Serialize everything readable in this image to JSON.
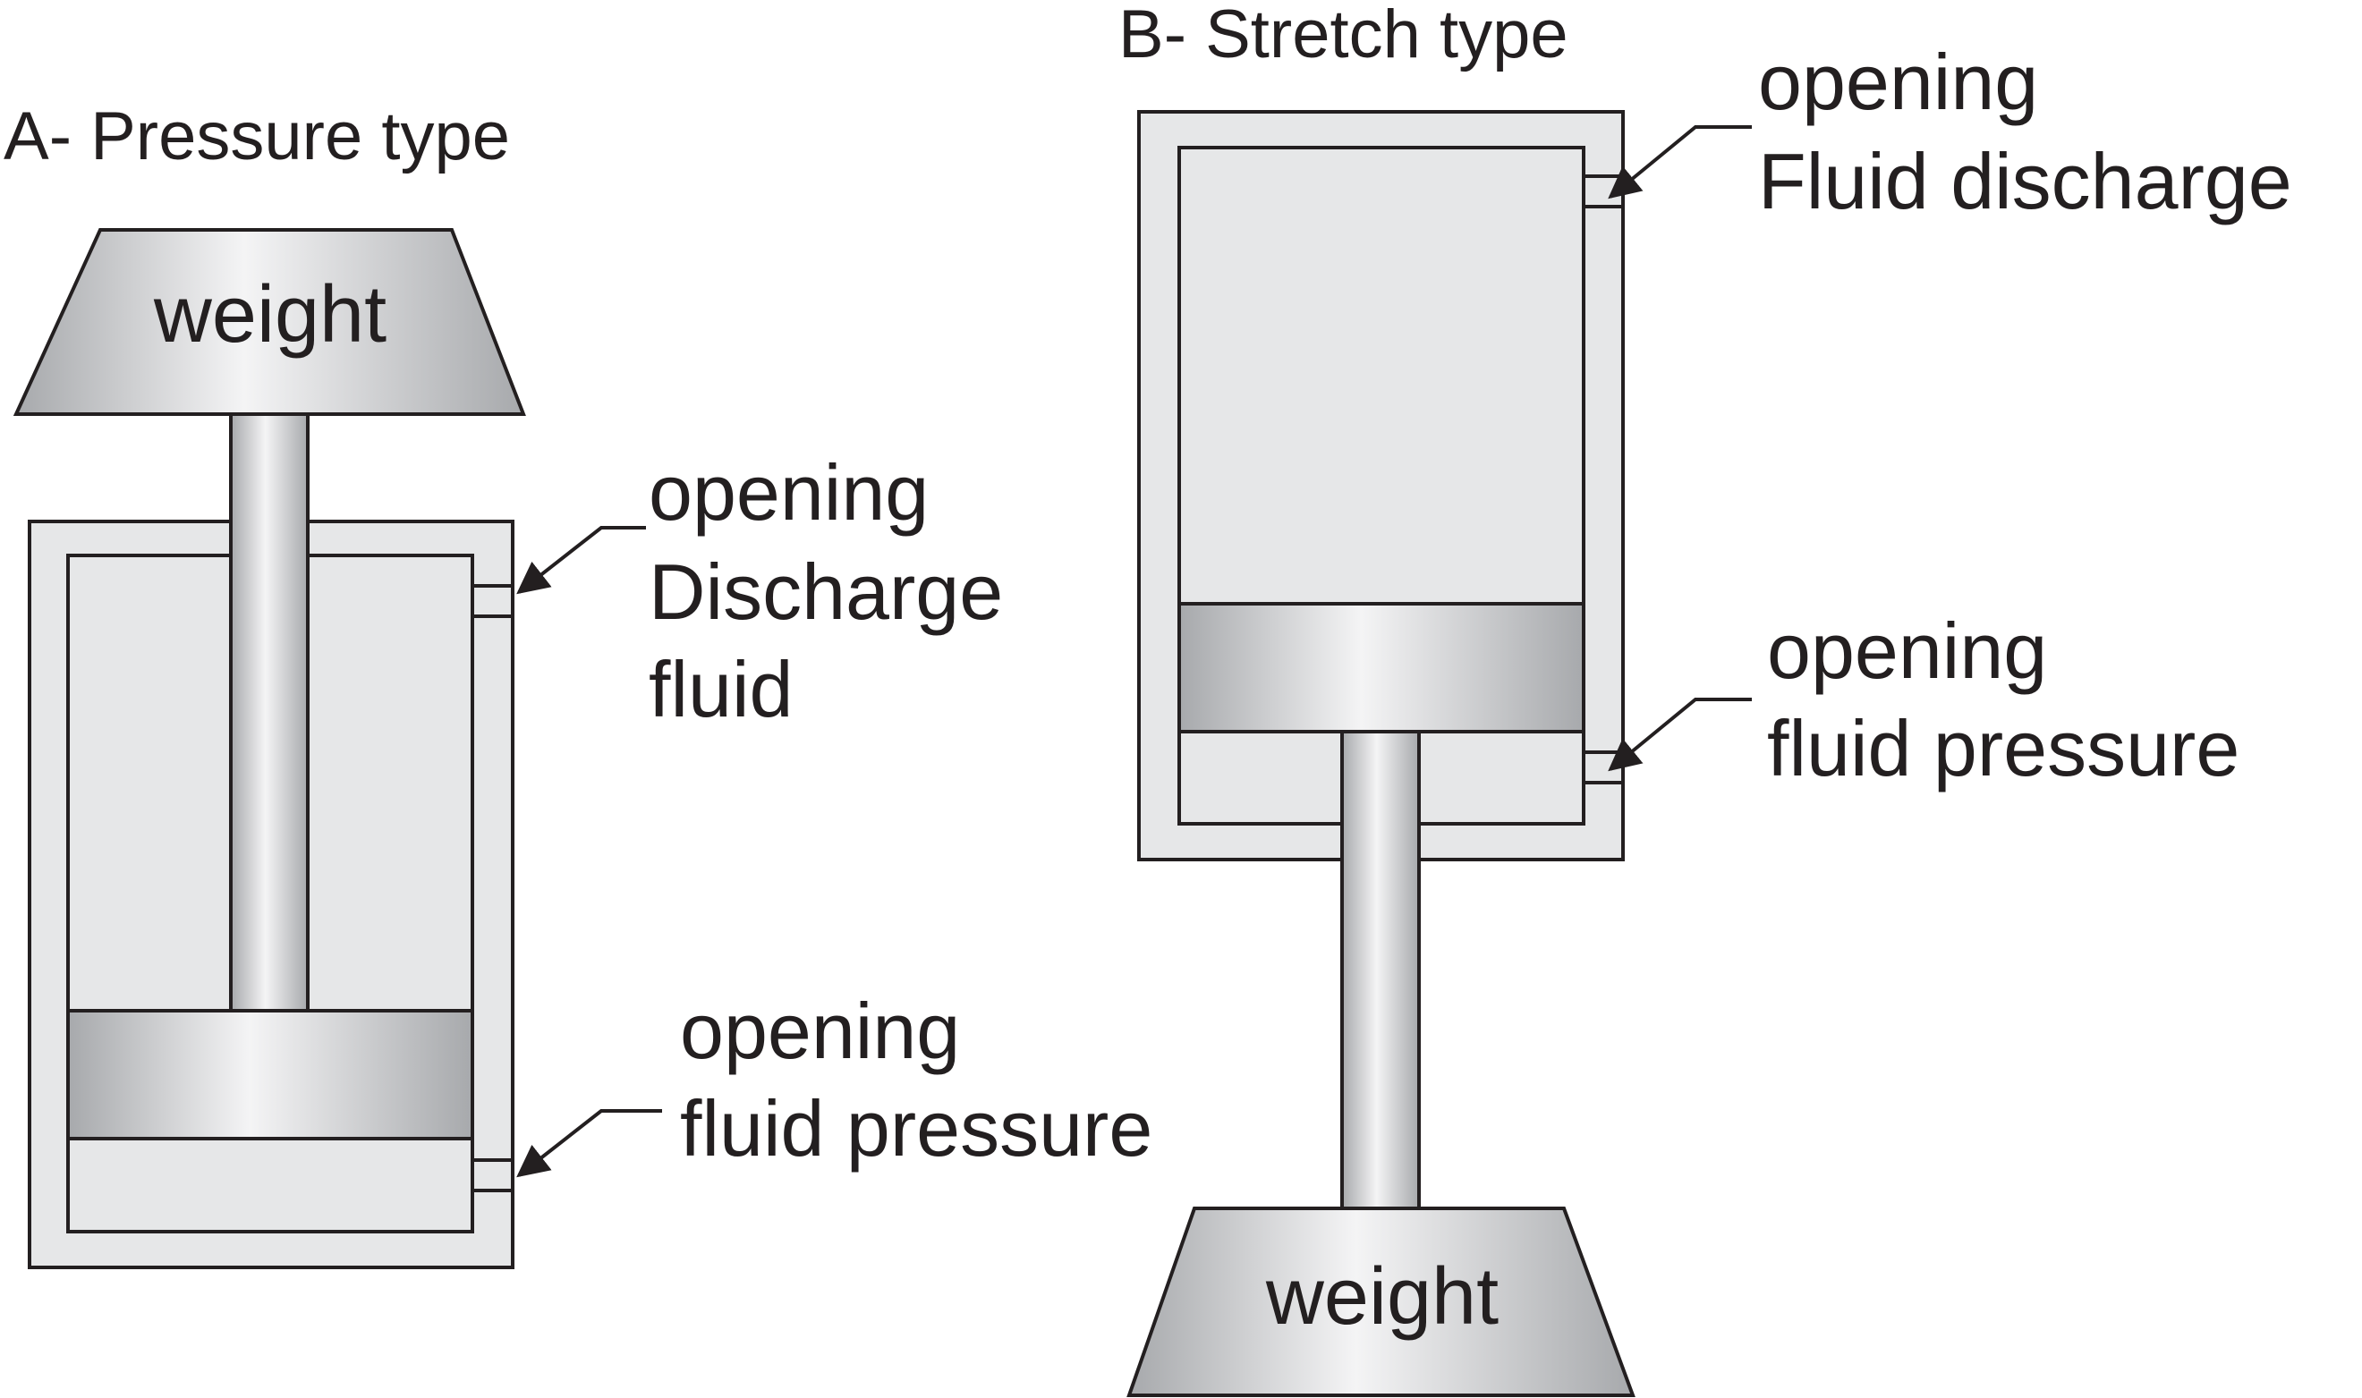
{
  "colors": {
    "ink": "#231f20",
    "housing": "#e6e7e8",
    "metal_dark": "#a7a9ac",
    "metal_light": "#f4f4f5",
    "background": "#ffffff"
  },
  "diagram_a": {
    "title": "A- Pressure type",
    "weight_label": "weight",
    "upper_port": {
      "line1": "opening",
      "line2": "Discharge",
      "line3": "fluid"
    },
    "lower_port": {
      "line1": "opening",
      "line2": "fluid pressure"
    }
  },
  "diagram_b": {
    "title": "B- Stretch type",
    "weight_label": "weight",
    "upper_port": {
      "line1": "opening",
      "line2": "Fluid discharge"
    },
    "lower_port": {
      "line1": "opening",
      "line2": "fluid pressure"
    }
  }
}
